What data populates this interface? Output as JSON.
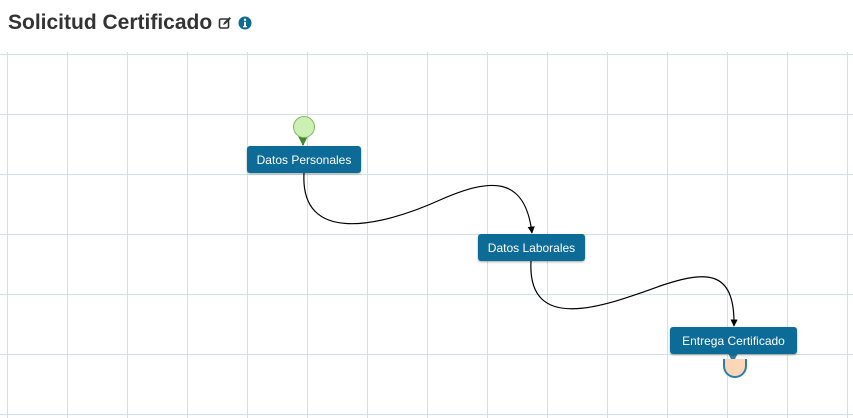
{
  "header": {
    "title": "Solicitud Certificado",
    "edit_icon": "edit-icon",
    "info_icon": "info-icon"
  },
  "flow": {
    "nodes": [
      {
        "id": "datos-personales",
        "label": "Datos Personales"
      },
      {
        "id": "datos-laborales",
        "label": "Datos Laborales"
      },
      {
        "id": "entrega-certificado",
        "label": "Entrega Certificado"
      }
    ],
    "events": [
      {
        "type": "start",
        "icon": "start-event-icon"
      },
      {
        "type": "end",
        "icon": "end-event-icon"
      }
    ]
  },
  "colors": {
    "node_bg": "#0d6b97",
    "grid": "#cfe3e3",
    "start_fill": "#ccefb4",
    "end_fill": "#fbd7b7"
  }
}
